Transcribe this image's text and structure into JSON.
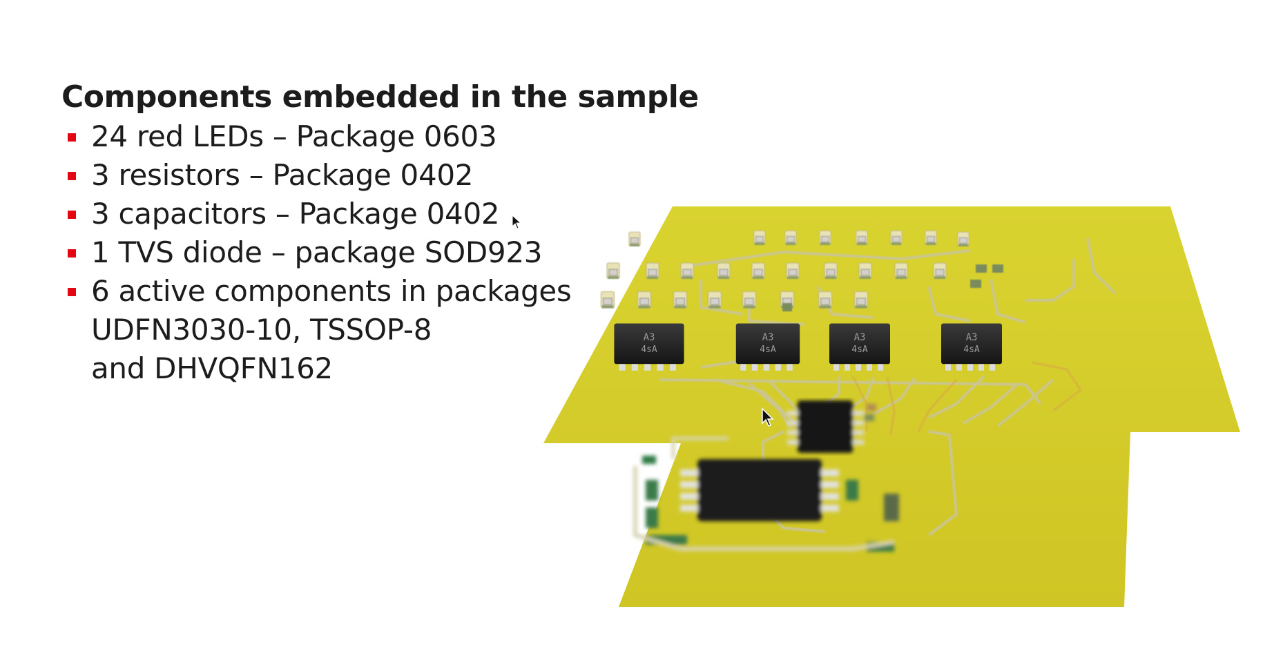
{
  "title": "Components embedded in the sample",
  "bullets": [
    {
      "lines": [
        "24 red LEDs – Package 0603"
      ]
    },
    {
      "lines": [
        "3 resistors – Package 0402"
      ]
    },
    {
      "lines": [
        "3 capacitors – Package 0402"
      ]
    },
    {
      "lines": [
        "1 TVS diode – package SOD923"
      ]
    },
    {
      "lines": [
        "6 active components in packages",
        "UDFN3030-10, TSSOP-8",
        "and DHVQFN162"
      ]
    }
  ],
  "photo": {
    "subject": "pcb-board-photo",
    "chip_marking": [
      "A3",
      "4sA"
    ]
  },
  "colors": {
    "bullet": "#e30613",
    "text": "#1c1c1c",
    "board": "#d8d02a",
    "background": "#ffffff"
  }
}
